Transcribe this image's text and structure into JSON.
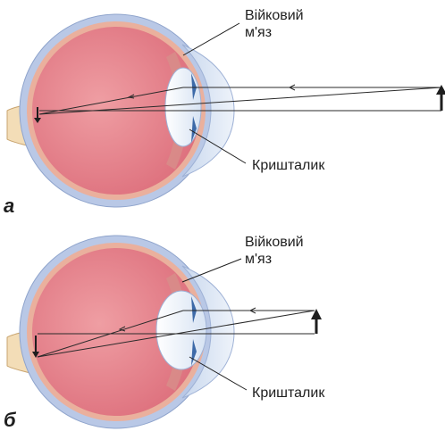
{
  "panels": [
    {
      "letter": "а",
      "ciliary_muscle_label": [
        "Війковий",
        "м'яз"
      ],
      "lens_label": "Кришталик"
    },
    {
      "letter": "б",
      "ciliary_muscle_label": [
        "Війковий",
        "м'яз"
      ],
      "lens_label": "Кришталик"
    }
  ],
  "colors": {
    "sclera": "#b9c8e6",
    "choroid": "#eab09d",
    "vitreous": "#e9868f",
    "cornea": "#dfe9f6",
    "lens": "#f1f5fb",
    "optic_nerve": "#f3ddb7",
    "rays": "#2a2a2a"
  },
  "icons": [
    "eye-cross-section",
    "object-arrow",
    "image-arrow"
  ]
}
